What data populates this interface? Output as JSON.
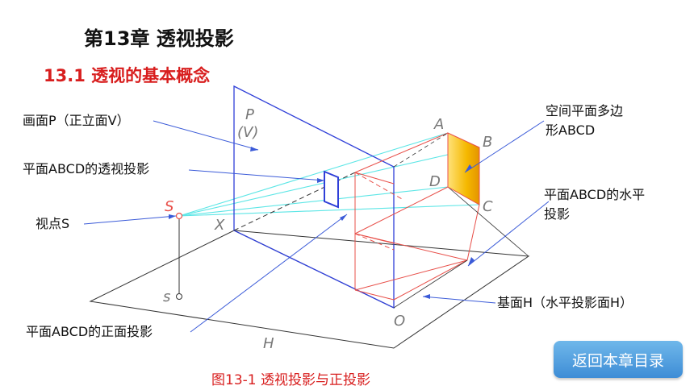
{
  "header": {
    "chapter_title": "第13章  透视投影",
    "section_title": "13.1  透视的基本概念"
  },
  "labels": {
    "picture_plane": "画面P（正立面V）",
    "perspective_projection": "平面ABCD的透视投影",
    "viewpoint": "视点S",
    "front_projection": "平面ABCD的正面投影",
    "spatial_polygon_line1": "空间平面多边",
    "spatial_polygon_line2": "形ABCD",
    "horizontal_projection_line1": "平面ABCD的水平",
    "horizontal_projection_line2": "投影",
    "ground_plane": "基面H（水平投影面H）"
  },
  "diagram_letters": {
    "P": "P",
    "V": "(V)",
    "A": "A",
    "B": "B",
    "C": "C",
    "D": "D",
    "S": "S",
    "s": "s",
    "X": "X",
    "O": "O",
    "H": "H"
  },
  "caption": "图13-1 透视投影与正投影",
  "back_button": "返回本章目录",
  "colors": {
    "section": "#d81e1e",
    "picture_plane": "#2f3fd8",
    "projector": "#5ce6e6",
    "box": "#e8504a",
    "polygon_fill": "#f2b100",
    "leader": "#3b5bd8"
  }
}
